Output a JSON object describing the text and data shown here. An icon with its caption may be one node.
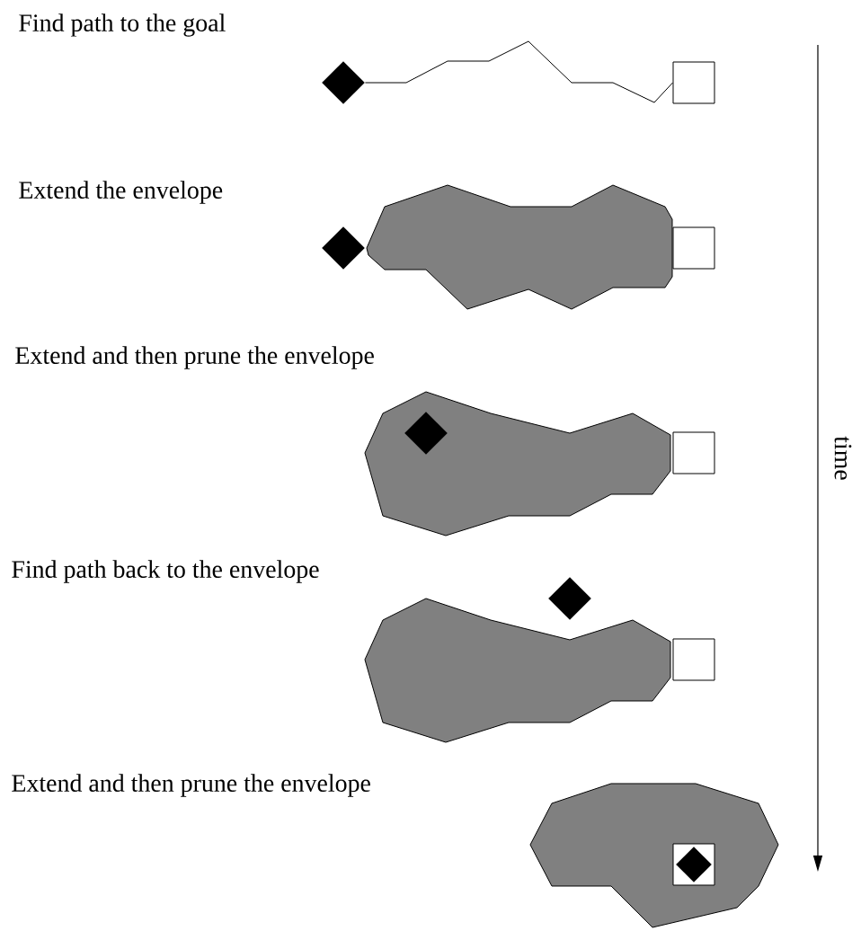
{
  "diagram": {
    "nodes": [
      {
        "text": [],
        "shape": "diamond"
      },
      {
        "text": [],
        "shape": "box"
      },
      {
        "text": [],
        "shape": "polygon"
      },
      {
        "text": [],
        "shape": "diamond"
      },
      {
        "text": [],
        "shape": "box"
      },
      {
        "text": [],
        "shape": "polygon"
      },
      {
        "text": [],
        "shape": "diamond",
        "in": 5
      },
      {
        "text": [],
        "shape": "box"
      },
      {
        "text": [],
        "shape": "polygon"
      },
      {
        "text": [],
        "shape": "diamond"
      },
      {
        "text": [],
        "shape": "box"
      },
      {
        "text": [],
        "shape": "polygon"
      },
      {
        "text": [],
        "shape": "box",
        "in": 11
      },
      {
        "text": [],
        "shape": "diamond",
        "in": 12
      }
    ],
    "edges": [
      {
        "from": 0,
        "to": 1,
        "arrow": "none"
      }
    ],
    "labels": [
      "Find path to the goal",
      "Extend the envelope",
      "Extend and then prune the envelope",
      "Find path back to the envelope",
      "Extend and then prune the envelope",
      "time"
    ]
  }
}
